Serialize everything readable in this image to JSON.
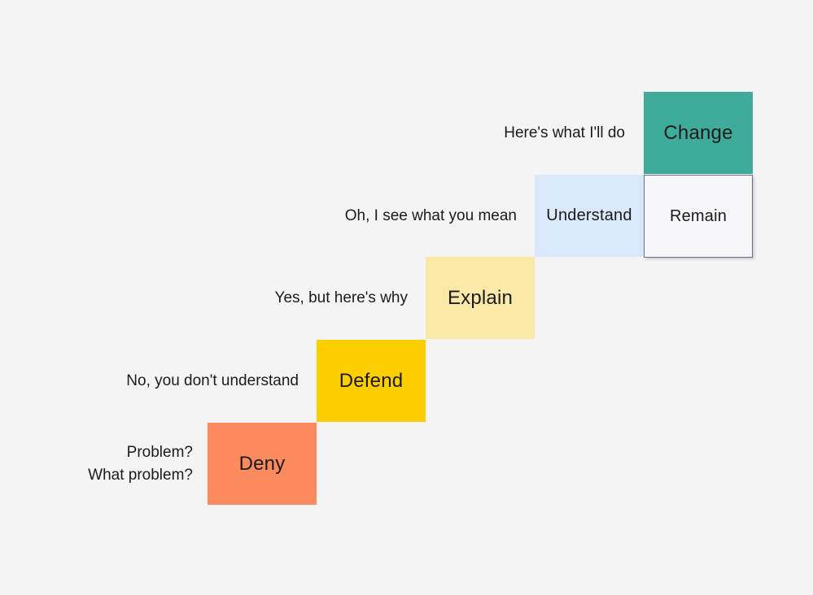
{
  "diagram": {
    "name": "feedback-response-stairs",
    "background": "#f5f4f5",
    "text_color": "#1b1b1b",
    "steps": [
      {
        "label": "Problem?\nWhat problem?",
        "box": "Deny",
        "color": "#fb8a5e"
      },
      {
        "label": "No, you don't understand",
        "box": "Defend",
        "color": "#fcce00"
      },
      {
        "label": "Yes, but here's why",
        "box": "Explain",
        "color": "#fae8a6"
      },
      {
        "label": "Oh, I see what you mean",
        "box": "Understand",
        "color": "#d9e9fb"
      },
      {
        "label": "Here's what I'll do",
        "box": "Change",
        "color": "#3fab9a"
      }
    ],
    "alternate": {
      "box": "Remain",
      "bg": "#f5f4f6",
      "border_color": "#6e6b84"
    }
  }
}
